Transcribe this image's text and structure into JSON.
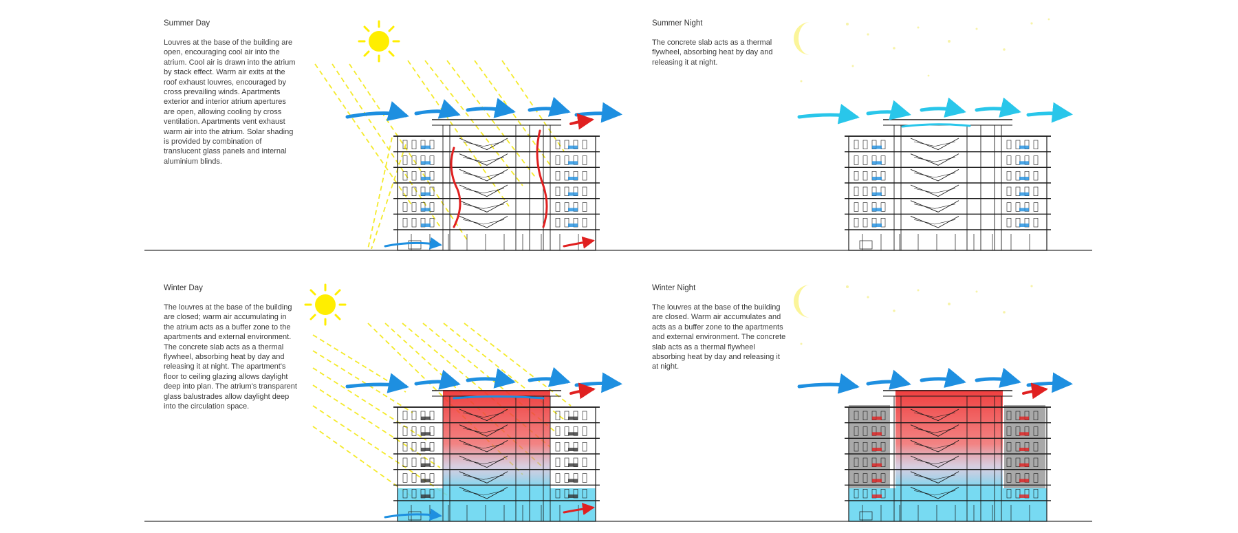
{
  "panels": {
    "summer_day": {
      "title": "Summer Day",
      "text": "Louvres at the base of the building are open, encouraging cool air into the atrium. Cool air is drawn into the atrium by stack effect. Warm air exits at the roof exhaust louvres, encouraged by cross prevailing winds. Apartments exterior and interior atrium apertures are open, allowing cooling by cross ventilation. Apartments vent exhaust warm air into the atrium. Solar shading is provided by combination of translucent glass panels and internal aluminium blinds."
    },
    "summer_night": {
      "title": "Summer Night",
      "text": "The concrete slab acts as a thermal flywheel, absorbing heat by day and releasing it at night."
    },
    "winter_day": {
      "title": "Winter Day",
      "text": "The louvres at the base of the building are closed; warm air accumulating in the atrium acts as a buffer zone to the apartments and external environment. The concrete slab acts as a thermal flywheel, absorbing heat by day and releasing it at night. The apartment's floor to ceiling glazing allows daylight deep into plan. The atrium's transparent glass balustrades allow daylight deep into the circulation space."
    },
    "winter_night": {
      "title": "Winter Night",
      "text": "The louvres at the base of the building are closed. Warm air accumulates and acts as a buffer zone to the apartments and external environment. The concrete slab acts as a thermal flywheel absorbing heat by day and releasing it at night."
    }
  },
  "colors": {
    "sun": "#ffee00",
    "moon": "#fbf59a",
    "sun_ray": "#f4ea2a",
    "cool_air": "#1e8fe0",
    "night_air": "#29c6ea",
    "warm_air": "#e02020",
    "warm_zone": "#ee3a3a",
    "cool_zone": "#5fd3f0",
    "apartment_shade": "#8c8c8c",
    "line": "#1a1a1a"
  },
  "icons": [
    "sun-icon",
    "moon-icon",
    "wind-arrow-icon",
    "building-section"
  ]
}
